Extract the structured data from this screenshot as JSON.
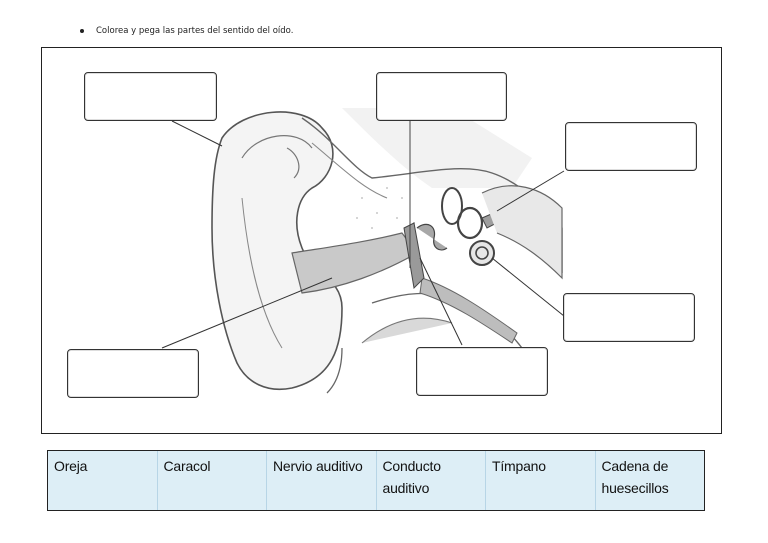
{
  "instruction": {
    "text": "Colorea y pega las partes del sentido del oído."
  },
  "figure": {
    "label_boxes": [
      "",
      "",
      "",
      "",
      "",
      ""
    ]
  },
  "table": {
    "cells": [
      "Oreja",
      "Caracol",
      "Nervio auditivo",
      "Conducto auditivo",
      "Tímpano",
      "Cadena de huesecillos"
    ],
    "background": "#ddeef6"
  }
}
